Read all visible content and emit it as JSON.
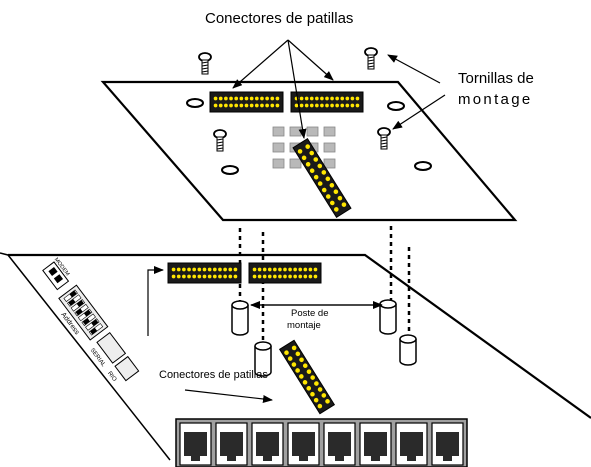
{
  "labels": {
    "top_connectors": "Conectores de patillas",
    "screws_line1": "Tornillas de",
    "screws_line2": "montage",
    "post_line1": "Poste de",
    "post_line2": "montaje",
    "bottom_connectors": "Conectores de patillas",
    "modem": "MODEM",
    "address": "Address",
    "serial": "SERIAL",
    "rio": "RIO"
  },
  "colors": {
    "header_fill": "#1a1a1a",
    "pin_yellow": "#ffe600",
    "outline": "#000000",
    "jack_fill": "#a0a0a0",
    "jack_inner": "#2a2a2a",
    "pad_gray": "#b9b9b9"
  }
}
